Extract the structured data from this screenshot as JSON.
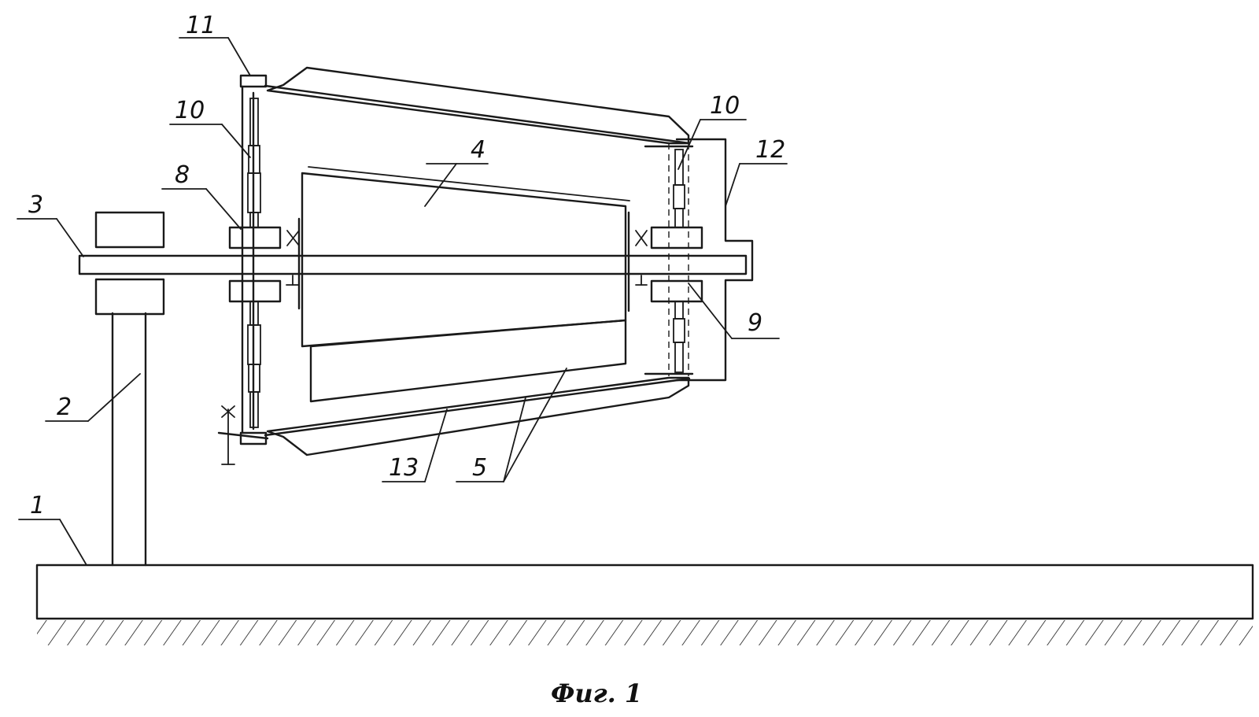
{
  "caption": "Фиг. 1",
  "labels": {
    "l1": "1",
    "l2": "2",
    "l3": "3",
    "l4": "4",
    "l5": "5",
    "l8": "8",
    "l9": "9",
    "l10a": "10",
    "l10b": "10",
    "l11": "11",
    "l12": "12",
    "l13": "13"
  }
}
